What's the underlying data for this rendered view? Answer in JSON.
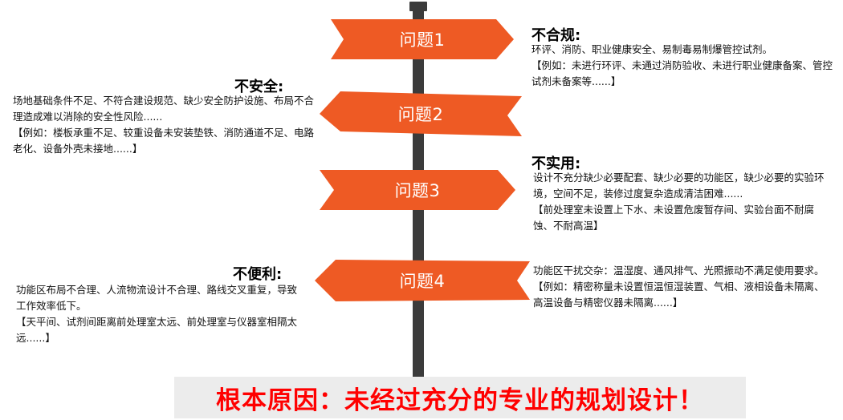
{
  "signs": [
    {
      "label": "问题1",
      "color": "#ee5a24"
    },
    {
      "label": "问题2",
      "color": "#ee5a24"
    },
    {
      "label": "问题3",
      "color": "#ee5a24"
    },
    {
      "label": "问题4",
      "color": "#ee5a24"
    }
  ],
  "notes": {
    "non_compliant": {
      "title": "不合规:",
      "desc": "环评、消防、职业健康安全、易制毒易制爆管控试剂。",
      "example": "【例如：未进行环评、未通过消防验收、未进行职业健康备案、管控试剂未备案等......】"
    },
    "unsafe": {
      "title": "不安全:",
      "desc": "场地基础条件不足、不符合建设规范、缺少安全防护设施、布局不合理造成难以消除的安全性风险......",
      "example": "【例如：楼板承重不足、较重设备未安装垫铁、消防通道不足、电路老化、设备外壳未接地......】"
    },
    "impractical": {
      "title": "不实用:",
      "desc": "设计不充分缺少必要配套、缺少必要的功能区，缺少必要的实验环境，空间不足，装修过度复杂造成清洁困难......",
      "example": "【前处理室未设置上下水、未设置危废暂存间、实验台面不耐腐蚀、不耐高温】"
    },
    "inconvenient": {
      "title": "不便利:",
      "desc": "功能区布局不合理、人流物流设计不合理、路线交叉重复，导致工作效率低下。",
      "example": "【天平间、试剂间距离前处理室太远、前处理室与仪器室相隔太远......】"
    },
    "interference": {
      "desc": "功能区干扰交杂：温湿度、通风排气、光照振动不满足使用要求。",
      "example": "【例如：精密称量未设置恒温恒湿装置、气相、液相设备未隔离、高温设备与精密仪器未隔离......】"
    }
  },
  "banner": {
    "text": "根本原因：未经过充分的专业的规划设计！",
    "color": "#ff0000"
  },
  "colors": {
    "pole": "#3b3b3b",
    "sign": "#ee5a24"
  }
}
